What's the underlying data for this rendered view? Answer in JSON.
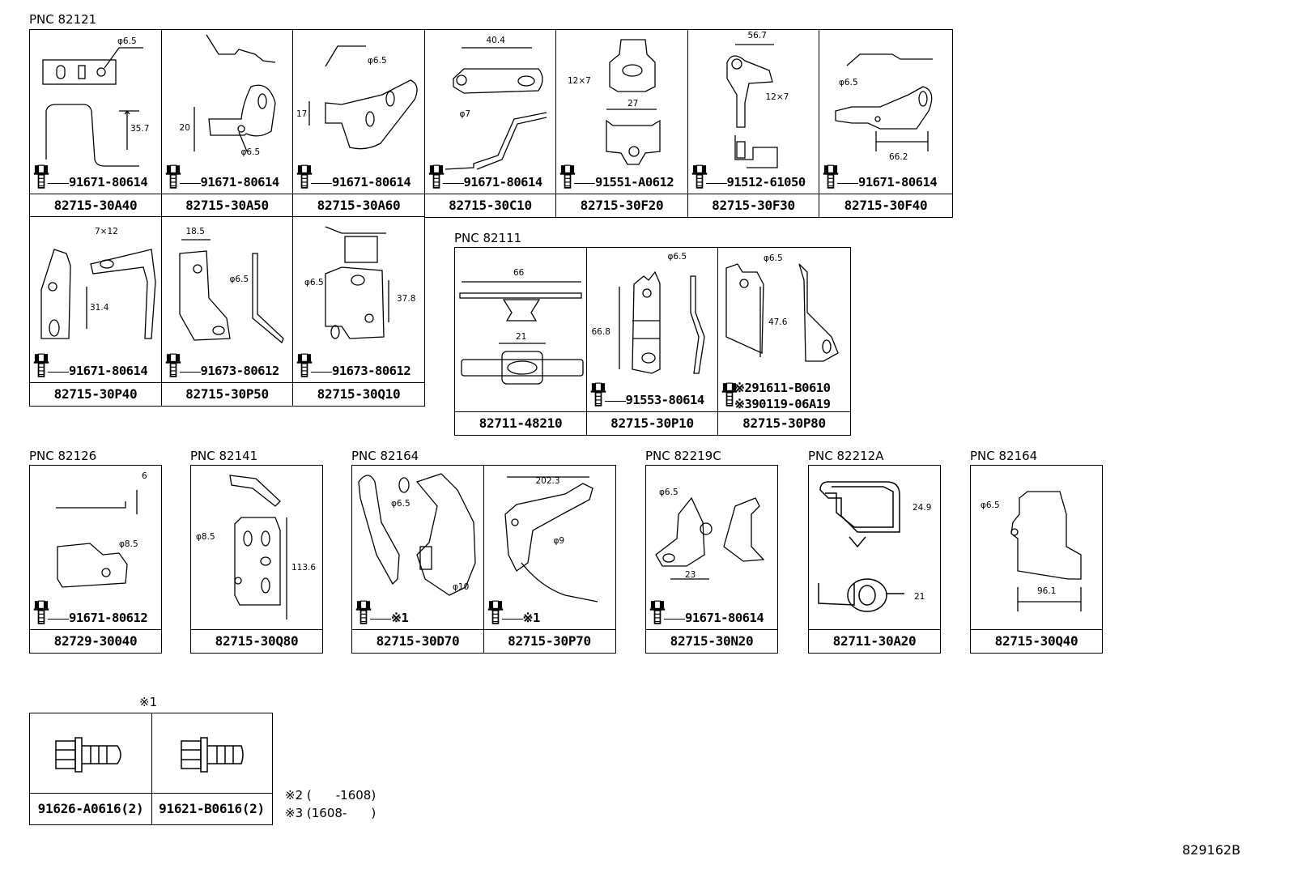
{
  "labels": {
    "pnc_82121": "PNC 82121",
    "pnc_82111": "PNC 82111",
    "pnc_82126": "PNC 82126",
    "pnc_82141": "PNC 82141",
    "pnc_82164_a": "PNC 82164",
    "pnc_82219c": "PNC 82219C",
    "pnc_82212a": "PNC 82212A",
    "pnc_82164_b": "PNC 82164",
    "ref_mark_1": "※1",
    "note_2": "※2 (　　-1608)",
    "note_3": "※3 (1608-　　)",
    "figure_code": "829162B"
  },
  "cells": [
    {
      "id": "c1",
      "part": "82715-30A40",
      "bolt": "91671-80614",
      "dims": [
        "φ6.5",
        "35.7"
      ]
    },
    {
      "id": "c2",
      "part": "82715-30A50",
      "bolt": "91671-80614",
      "dims": [
        "20",
        "φ6.5"
      ]
    },
    {
      "id": "c3",
      "part": "82715-30A60",
      "bolt": "91671-80614",
      "dims": [
        "φ6.5",
        "17"
      ]
    },
    {
      "id": "c4",
      "part": "82715-30C10",
      "bolt": "91671-80614",
      "dims": [
        "40.4",
        "φ7"
      ]
    },
    {
      "id": "c5",
      "part": "82715-30F20",
      "bolt": "91551-A0612",
      "dims": [
        "12×7",
        "27"
      ]
    },
    {
      "id": "c6",
      "part": "82715-30F30",
      "bolt": "91512-61050",
      "dims": [
        "56.7",
        "12×7"
      ]
    },
    {
      "id": "c7",
      "part": "82715-30F40",
      "bolt": "91671-80614",
      "dims": [
        "φ6.5",
        "66.2"
      ]
    },
    {
      "id": "c8",
      "part": "82715-30P40",
      "bolt": "91671-80614",
      "dims": [
        "7×12",
        "31.4"
      ]
    },
    {
      "id": "c9",
      "part": "82715-30P50",
      "bolt": "91673-80612",
      "dims": [
        "18.5",
        "φ6.5"
      ]
    },
    {
      "id": "c10",
      "part": "82715-30Q10",
      "bolt": "91673-80612",
      "dims": [
        "φ6.5",
        "37.8"
      ]
    },
    {
      "id": "c11",
      "part": "82711-48210",
      "bolt": "",
      "dims": [
        "66",
        "21"
      ]
    },
    {
      "id": "c12",
      "part": "82715-30P10",
      "bolt": "91553-80614",
      "dims": [
        "φ6.5",
        "66.8"
      ]
    },
    {
      "id": "c13",
      "part": "82715-30P80",
      "bolt": "※291611-B0610",
      "bolt2": "※390119-06A19",
      "dims": [
        "φ6.5",
        "47.6"
      ]
    },
    {
      "id": "c14",
      "part": "82729-30040",
      "bolt": "91671-80612",
      "dims": [
        "6",
        "φ8.5"
      ]
    },
    {
      "id": "c15",
      "part": "82715-30Q80",
      "bolt": "",
      "dims": [
        "φ8.5",
        "113.6"
      ]
    },
    {
      "id": "c16",
      "part": "82715-30D70",
      "bolt": "※1",
      "dims": [
        "φ6.5",
        "φ10"
      ]
    },
    {
      "id": "c17",
      "part": "82715-30P70",
      "bolt": "※1",
      "dims": [
        "202.3",
        "φ9"
      ]
    },
    {
      "id": "c18",
      "part": "82715-30N20",
      "bolt": "91671-80614",
      "dims": [
        "φ6.5",
        "23"
      ]
    },
    {
      "id": "c19",
      "part": "82711-30A20",
      "bolt": "",
      "dims": [
        "24.9",
        "21"
      ]
    },
    {
      "id": "c20",
      "part": "82715-30Q40",
      "bolt": "",
      "dims": [
        "φ6.5",
        "96.1"
      ]
    },
    {
      "id": "c21",
      "part": "91626-A0616(2)",
      "bolt": "",
      "dims": []
    },
    {
      "id": "c22",
      "part": "91621-B0616(2)",
      "bolt": "",
      "dims": []
    }
  ]
}
